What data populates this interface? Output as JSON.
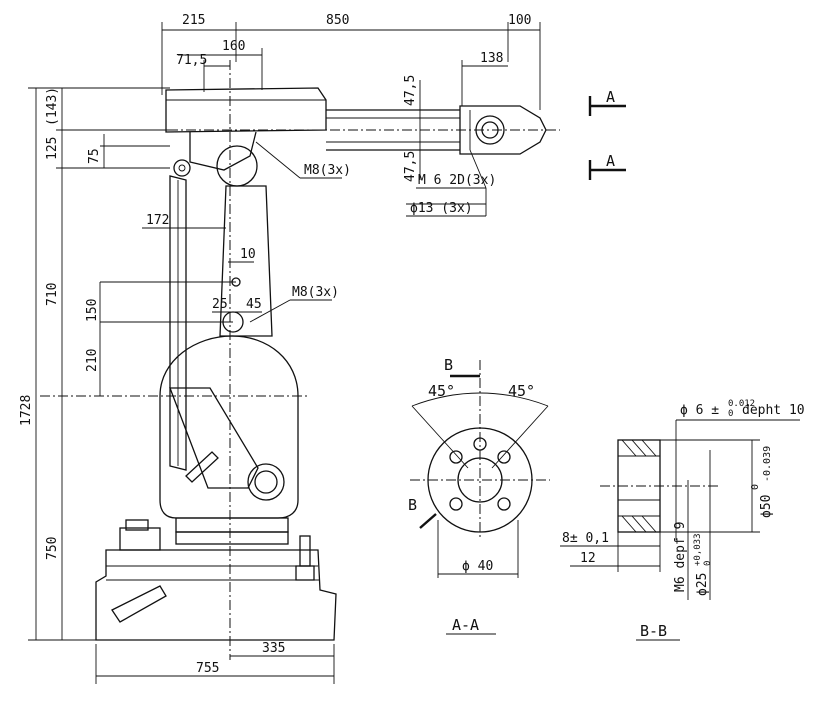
{
  "views": {
    "section_aa": "A-A",
    "section_bb": "B-B"
  },
  "section_markers": {
    "upper": "A",
    "lower": "A",
    "b_top": "B",
    "b_left": "B"
  },
  "dimensions": {
    "top_215": "215",
    "top_850": "850",
    "top_100": "100",
    "arm_160": "160",
    "arm_71_5": "71,5",
    "arm_138": "138",
    "wrist_47_5_top": "47,5",
    "wrist_47_5_bottom": "47,5",
    "left_143": "(143)",
    "left_125": "125",
    "left_75": "75",
    "left_710": "710",
    "left_150": "150",
    "left_210": "210",
    "left_1728": "1728",
    "left_750": "750",
    "mid_172": "172",
    "mid_10": "10",
    "mid_25": "25",
    "mid_45": "45",
    "bottom_335": "335",
    "bottom_755": "755",
    "aa_angle_left": "45°",
    "aa_angle_right": "45°",
    "aa_phi40": "ϕ 40",
    "bb_phi6": "ϕ 6 ±",
    "bb_phi6_tol_upper": "0.012",
    "bb_phi6_tol_lower": "0",
    "bb_depth10": "depht 10",
    "bb_phi50": "ϕ50",
    "bb_phi50_tol": "-0.039",
    "bb_phi50_tol_zero": "0",
    "bb_8": "8± 0,1",
    "bb_12": "12",
    "bb_m6": "M6 depf 9",
    "bb_phi25": "ϕ25",
    "bb_phi25_tol": "+0,033",
    "bb_phi25_tol_zero": "0"
  },
  "callouts": {
    "m8_upper": "M8(3x)",
    "m8_middle": "M8(3x)",
    "m6_20": "M 6 2D(3x)",
    "phi13": "ϕ13 (3x)"
  }
}
